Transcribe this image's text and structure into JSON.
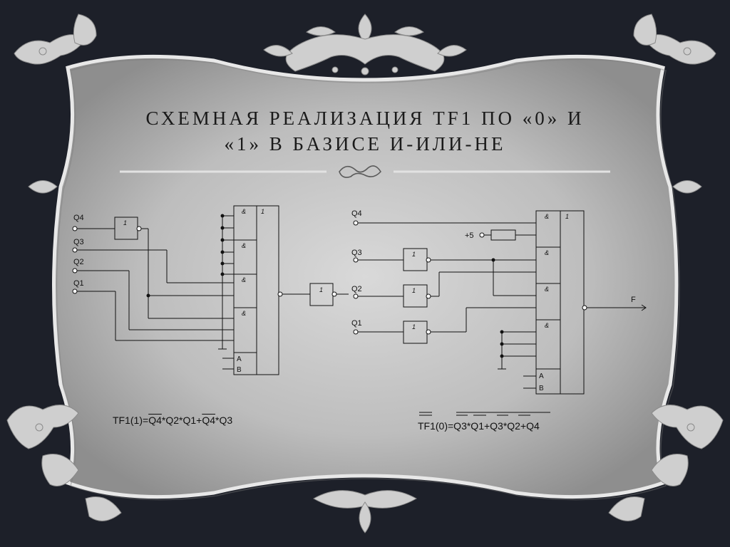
{
  "slide": {
    "title_line1": "СХЕМНАЯ РЕАЛИЗАЦИЯ  TF1 ПО «0» И",
    "title_line2": "«1» В БАЗИСЕ И-ИЛИ-НЕ"
  },
  "left_circuit": {
    "inputs": [
      "Q4",
      "Q3",
      "Q2",
      "Q1"
    ],
    "inverter_label": "1",
    "gate_and_label": "&",
    "gate_or_label": "1",
    "extra_inputs": [
      "A",
      "B"
    ]
  },
  "middle_inverter": {
    "label": "1"
  },
  "right_circuit": {
    "inputs": [
      "Q4",
      "Q3",
      "Q2",
      "Q1"
    ],
    "supply_label": "+5",
    "inverter_label": "1",
    "gate_and_label": "&",
    "gate_or_label": "1",
    "extra_inputs": [
      "A",
      "B"
    ],
    "output_label": "F"
  },
  "formulas": {
    "left_prefix": "TF1(1)=",
    "left_t1": "Q4",
    "left_t2": "*Q2*Q1+",
    "left_t3": "Q4",
    "left_t4": "*Q3",
    "right_text": "TF1(0)=Q3*Q1+Q3*Q2+Q4"
  },
  "colors": {
    "background": "#1d2029",
    "frame_fill": "#b5b5b5",
    "frame_edge": "#e8e8e8",
    "ornament": "#cfcfcf",
    "ink": "#111111"
  }
}
